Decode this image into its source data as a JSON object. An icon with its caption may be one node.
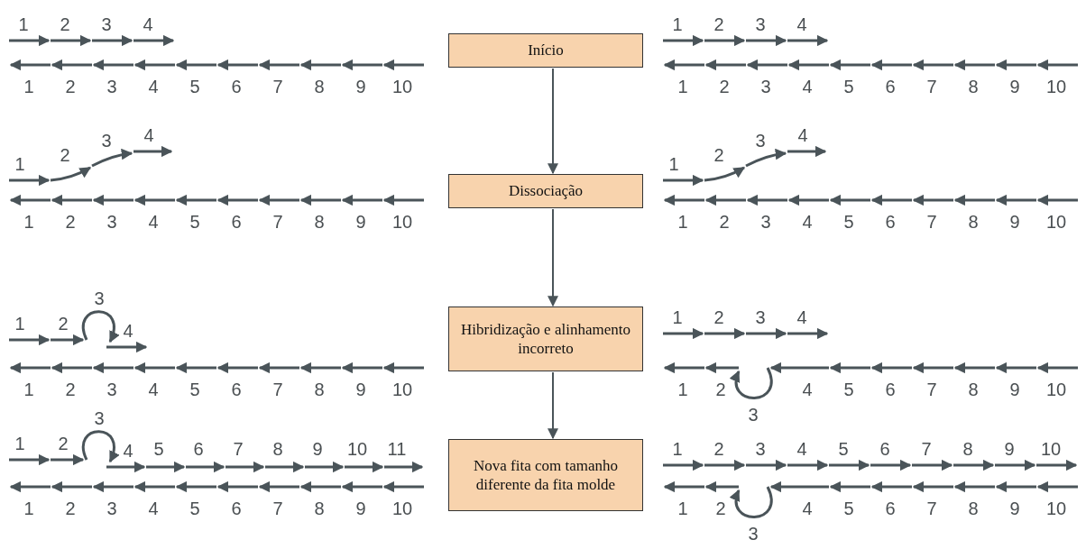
{
  "diagram": {
    "nodes": [
      {
        "text": [
          "Início"
        ]
      },
      {
        "text": [
          "Dissociação"
        ]
      },
      {
        "text": [
          "Hibridização e alinhamento incorreto"
        ]
      },
      {
        "text": [
          "Nova fita com tamanho diferente da fita molde"
        ]
      }
    ],
    "edges": [
      {
        "from": 0,
        "to": 1,
        "arrow": "to"
      },
      {
        "from": 1,
        "to": 2,
        "arrow": "to"
      },
      {
        "from": 2,
        "to": 3,
        "arrow": "to"
      }
    ],
    "labels": [
      "1",
      "2",
      "3",
      "4",
      "1",
      "2",
      "3",
      "4",
      "5",
      "6",
      "7",
      "8",
      "9",
      "10",
      "1",
      "2",
      "3",
      "4",
      "1",
      "2",
      "3",
      "4",
      "5",
      "6",
      "7",
      "8",
      "9",
      "10",
      "1",
      "2",
      "3",
      "4",
      "1",
      "2",
      "3",
      "4",
      "5",
      "6",
      "7",
      "8",
      "9",
      "10",
      "1",
      "2",
      "3",
      "4",
      "1",
      "2",
      "3",
      "4",
      "5",
      "6",
      "7",
      "8",
      "9",
      "10",
      "1",
      "2",
      "3",
      "4",
      "1",
      "2",
      "3",
      "4",
      "5",
      "6",
      "7",
      "8",
      "9",
      "10",
      "1",
      "2",
      "3",
      "4",
      "1",
      "2",
      "4",
      "5",
      "6",
      "7",
      "8",
      "9",
      "10",
      "3",
      "1",
      "2",
      "3",
      "4",
      "5",
      "6",
      "7",
      "8",
      "9",
      "10",
      "11",
      "1",
      "2",
      "3",
      "4",
      "5",
      "6",
      "7",
      "8",
      "9",
      "10",
      "1",
      "2",
      "3",
      "4",
      "5",
      "6",
      "7",
      "8",
      "9",
      "10",
      "1",
      "2",
      "4",
      "5",
      "6",
      "7",
      "8",
      "9",
      "10",
      "3"
    ]
  }
}
